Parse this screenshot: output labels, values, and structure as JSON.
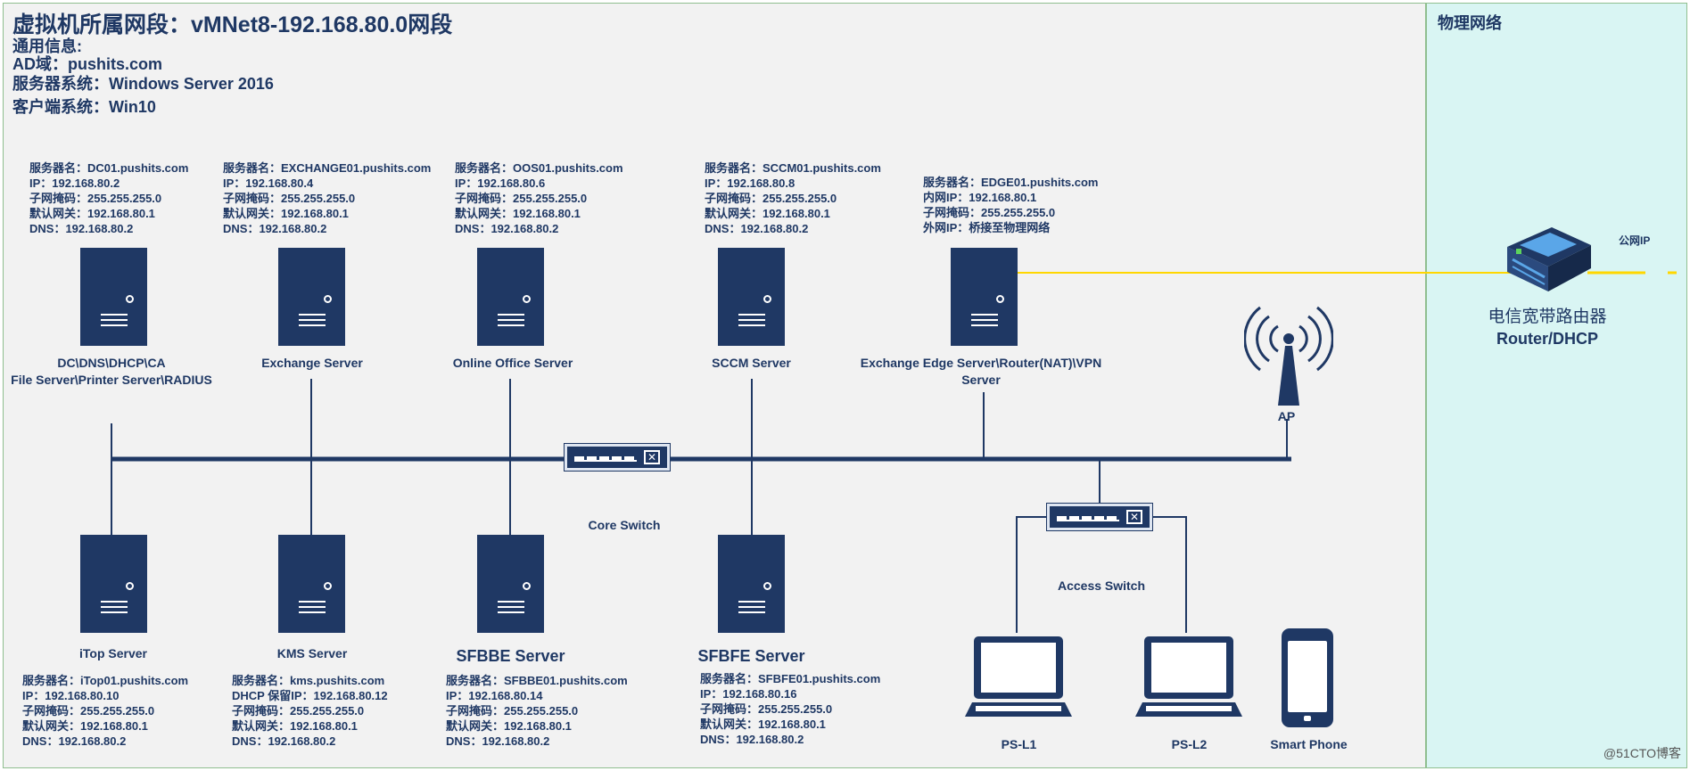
{
  "header": {
    "title": "虚拟机所属网段：vMNet8-192.168.80.0网段",
    "general": "通用信息:",
    "ad": "AD域：pushits.com",
    "server_os": "服务器系统：Windows Server 2016",
    "client_os": "客户端系统：Win10"
  },
  "physical_zone": {
    "title": "物理网络"
  },
  "servers_top": [
    {
      "lines": [
        "服务器名：DC01.pushits.com",
        "IP：192.168.80.2",
        "子网掩码：255.255.255.0",
        "默认网关：192.168.80.1",
        "DNS：192.168.80.2"
      ],
      "label_lines": [
        "DC\\DNS\\DHCP\\CA",
        "File Server\\Printer Server\\RADIUS"
      ]
    },
    {
      "lines": [
        "服务器名：EXCHANGE01.pushits.com",
        "IP：192.168.80.4",
        "子网掩码：255.255.255.0",
        "默认网关：192.168.80.1",
        "DNS：192.168.80.2"
      ],
      "label_lines": [
        "Exchange Server"
      ]
    },
    {
      "lines": [
        "服务器名：OOS01.pushits.com",
        "IP：192.168.80.6",
        "子网掩码：255.255.255.0",
        "默认网关：192.168.80.1",
        "DNS：192.168.80.2"
      ],
      "label_lines": [
        "Online Office Server"
      ]
    },
    {
      "lines": [
        "服务器名：SCCM01.pushits.com",
        "IP：192.168.80.8",
        "子网掩码：255.255.255.0",
        "默认网关：192.168.80.1",
        "DNS：192.168.80.2"
      ],
      "label_lines": [
        "SCCM Server"
      ]
    },
    {
      "lines": [
        "服务器名：EDGE01.pushits.com",
        "内网IP：192.168.80.1",
        "子网掩码：255.255.255.0",
        "外网IP：桥接至物理网络"
      ],
      "label_lines": [
        "Exchange Edge Server\\Router(NAT)\\VPN",
        "Server"
      ]
    }
  ],
  "servers_bottom": [
    {
      "label": "iTop Server",
      "lines": [
        "服务器名：iTop01.pushits.com",
        "IP：192.168.80.10",
        "子网掩码：255.255.255.0",
        "默认网关：192.168.80.1",
        "DNS：192.168.80.2"
      ]
    },
    {
      "label": "KMS Server",
      "lines": [
        "服务器名：kms.pushits.com",
        "DHCP 保留IP：192.168.80.12",
        "子网掩码：255.255.255.0",
        "默认网关：192.168.80.1",
        "DNS：192.168.80.2"
      ]
    },
    {
      "label": "SFBBE Server",
      "lines": [
        "服务器名：SFBBE01.pushits.com",
        "IP：192.168.80.14",
        "子网掩码：255.255.255.0",
        "默认网关：192.168.80.1",
        "DNS：192.168.80.2"
      ]
    },
    {
      "label": "SFBFE Server",
      "lines": [
        "服务器名：SFBFE01.pushits.com",
        "IP：192.168.80.16",
        "子网掩码：255.255.255.0",
        "默认网关：192.168.80.1",
        "DNS：192.168.80.2"
      ]
    }
  ],
  "switches": {
    "core": "Core Switch",
    "access": "Access Switch"
  },
  "ap": {
    "label": "AP"
  },
  "router": {
    "label_cn": "电信宽带路由器",
    "label_en": "Router/DHCP",
    "public_ip": "公网IP"
  },
  "clients": {
    "l1": "PS-L1",
    "l2": "PS-L2",
    "phone": "Smart Phone"
  },
  "watermark": "@51CTO博客",
  "colors": {
    "navy": "#1f3864",
    "link_yellow": "#ffd700",
    "vm_bg": "#f2f2f2",
    "phys_bg": "#d9f5f3"
  }
}
